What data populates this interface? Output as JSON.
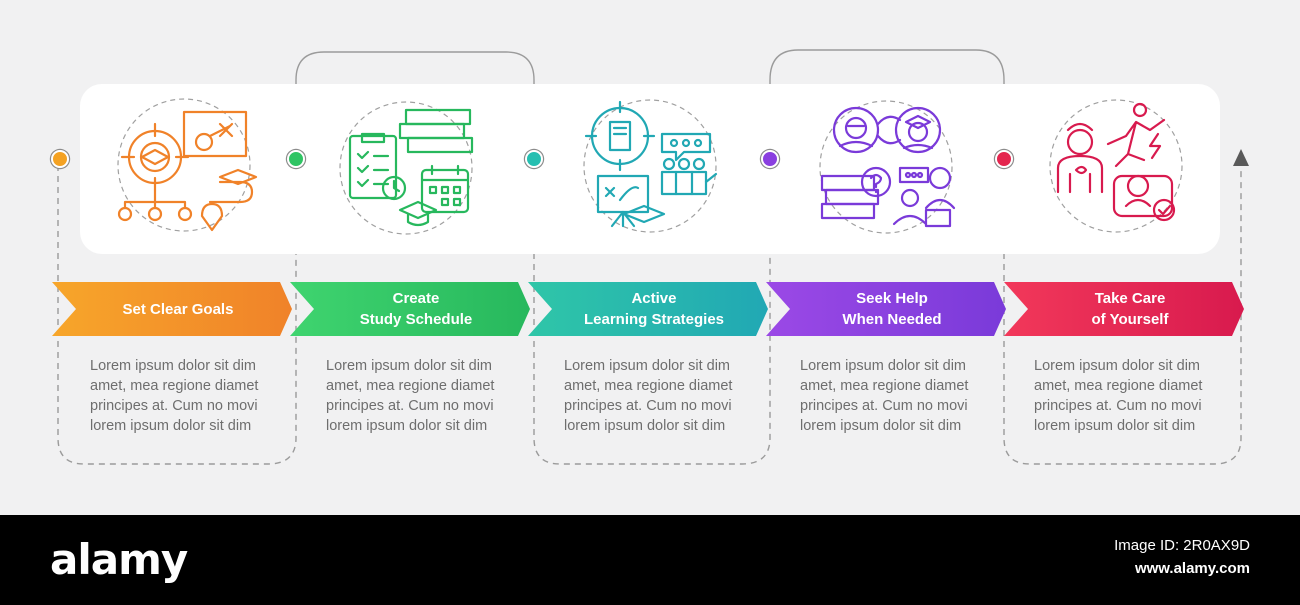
{
  "steps": [
    {
      "title": "Set Clear Goals",
      "color_from": "#f7a62a",
      "color_to": "#f08229",
      "dot_color": "#f4a223",
      "icon": "goals-target-icon",
      "description": "Lorem ipsum dolor sit dim amet, mea regione diamet principes at. Cum no movi lorem ipsum dolor sit dim"
    },
    {
      "title": "Create\nStudy Schedule",
      "color_from": "#3fd46f",
      "color_to": "#27b85d",
      "dot_color": "#2fc463",
      "icon": "study-schedule-icon",
      "description": "Lorem ipsum dolor sit dim amet, mea regione diamet principes at. Cum no movi lorem ipsum dolor sit dim"
    },
    {
      "title": "Active\nLearning Strategies",
      "color_from": "#2fc6a8",
      "color_to": "#21a8b4",
      "dot_color": "#26bfb1",
      "icon": "learning-strategies-icon",
      "description": "Lorem ipsum dolor sit dim amet, mea regione diamet principes at. Cum no movi lorem ipsum dolor sit dim"
    },
    {
      "title": "Seek Help\nWhen Needed",
      "color_from": "#9b49e6",
      "color_to": "#7a3ad9",
      "dot_color": "#8a3fe0",
      "icon": "seek-help-icon",
      "description": "Lorem ipsum dolor sit dim amet, mea regione diamet principes at. Cum no movi lorem ipsum dolor sit dim"
    },
    {
      "title": "Take Care\nof Yourself",
      "color_from": "#f2385a",
      "color_to": "#d81a4e",
      "dot_color": "#e4264f",
      "icon": "self-care-icon",
      "description": "Lorem ipsum dolor sit dim amet, mea regione diamet principes at. Cum no movi lorem ipsum dolor sit dim"
    }
  ],
  "footer": {
    "logo": "alamy",
    "image_id": "Image ID: 2R0AX9D",
    "url": "www.alamy.com"
  },
  "colors": {
    "background": "#f1f1f2",
    "connector": "#9b9b9b",
    "card": "#ffffff"
  }
}
